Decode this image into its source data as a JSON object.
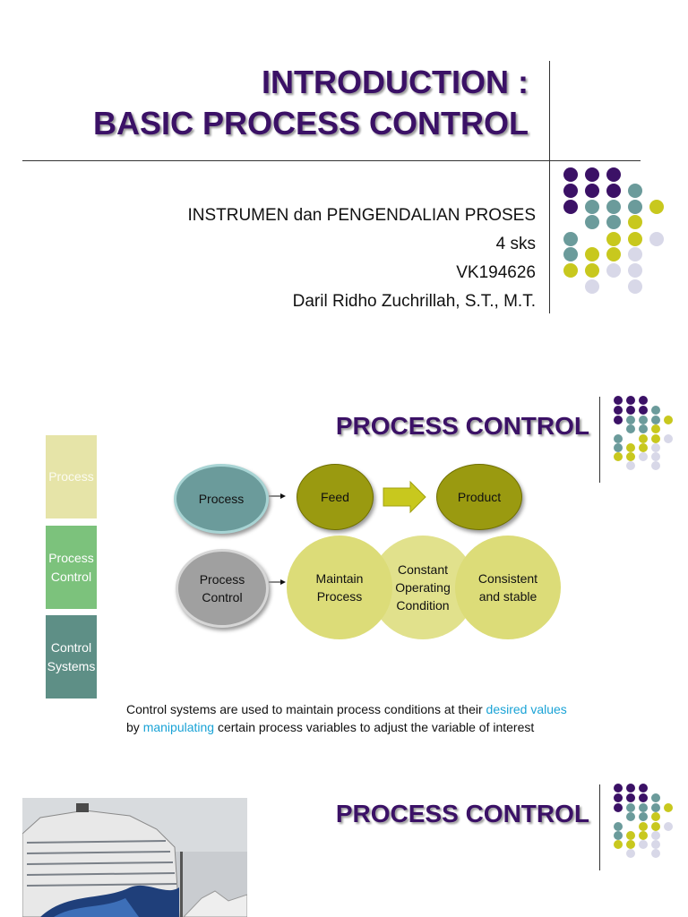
{
  "slide1": {
    "title_line1": "INTRODUCTION :",
    "title_line2": "BASIC PROCESS CONTROL",
    "course": "INSTRUMEN dan PENGENDALIAN PROSES",
    "credits": "4 sks",
    "code": "VK194626",
    "lecturer": "Daril Ridho Zuchrillah, S.T., M.T."
  },
  "slide2": {
    "title": "PROCESS CONTROL",
    "side": [
      "Process",
      "Process\nControl",
      "Control\nSystems"
    ],
    "row1": {
      "process": "Process",
      "feed": "Feed",
      "product": "Product"
    },
    "row2": {
      "process_control": "Process\nControl",
      "maintain": "Maintain\nProcess",
      "constant": "Constant\nOperating\nCondition",
      "consistent": "Consistent\nand stable"
    },
    "caption": {
      "p1": "Control systems are used to maintain process conditions at their ",
      "h1": "desired values",
      "p2": "by ",
      "h2": "manipulating",
      "p3": " certain process variables to adjust the variable of interest"
    }
  },
  "slide3": {
    "title": "PROCESS CONTROL"
  },
  "colors": {
    "purple": "#3b1166",
    "teal": "#6b9b9b",
    "olive": "#c8c81e",
    "lavender": "#d8d8e8"
  }
}
